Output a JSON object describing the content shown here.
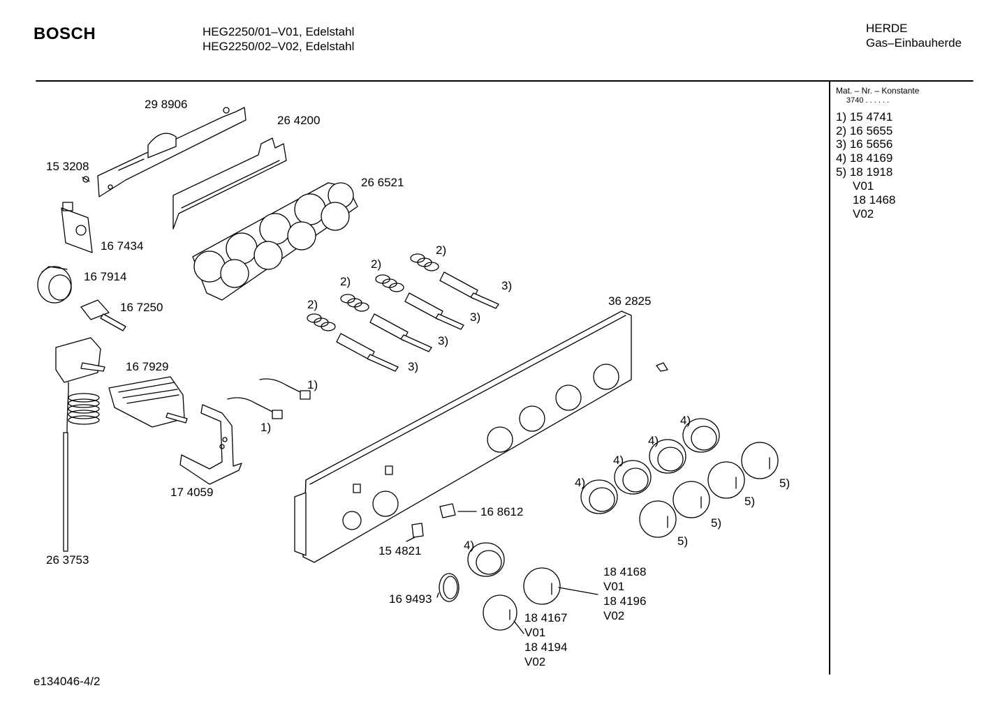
{
  "header": {
    "brand": "BOSCH",
    "model_line_1": "HEG2250/01–V01, Edelstahl",
    "model_line_2": "HEG2250/02–V02, Edelstahl",
    "category": "HERDE",
    "subcategory": "Gas–Einbauherde"
  },
  "legend": {
    "title": "Mat. – Nr. – Konstante",
    "constant": "3740 .  .   .  .  .  .",
    "lines": [
      "1) 15 4741",
      "2) 16 5655",
      "3) 16 5656",
      "4) 18 4169",
      "5) 18 1918",
      "V01",
      "18 1468",
      "V02"
    ]
  },
  "parts": {
    "p298906": "29 8906",
    "p264200": "26 4200",
    "p153208": "15 3208",
    "p266521": "26 6521",
    "p167434": "16 7434",
    "p167914": "16 7914",
    "p167250": "16 7250",
    "p167929": "16 7929",
    "p174059": "17 4059",
    "p263753": "26 3753",
    "p362825": "36 2825",
    "p168612": "16 8612",
    "p154821": "15 4821",
    "p169493": "16 9493",
    "p184168": "18 4168",
    "v01_a": "V01",
    "p184196": "18 4196",
    "v02_a": "V02",
    "p184167": "18 4167",
    "v01_b": "V01",
    "p184194": "18 4194",
    "v02_b": "V02"
  },
  "callouts": {
    "one": "1)",
    "two": "2)",
    "three": "3)",
    "four": "4)",
    "five": "5)"
  },
  "footer": {
    "doc_id": "e134046-4/2"
  }
}
